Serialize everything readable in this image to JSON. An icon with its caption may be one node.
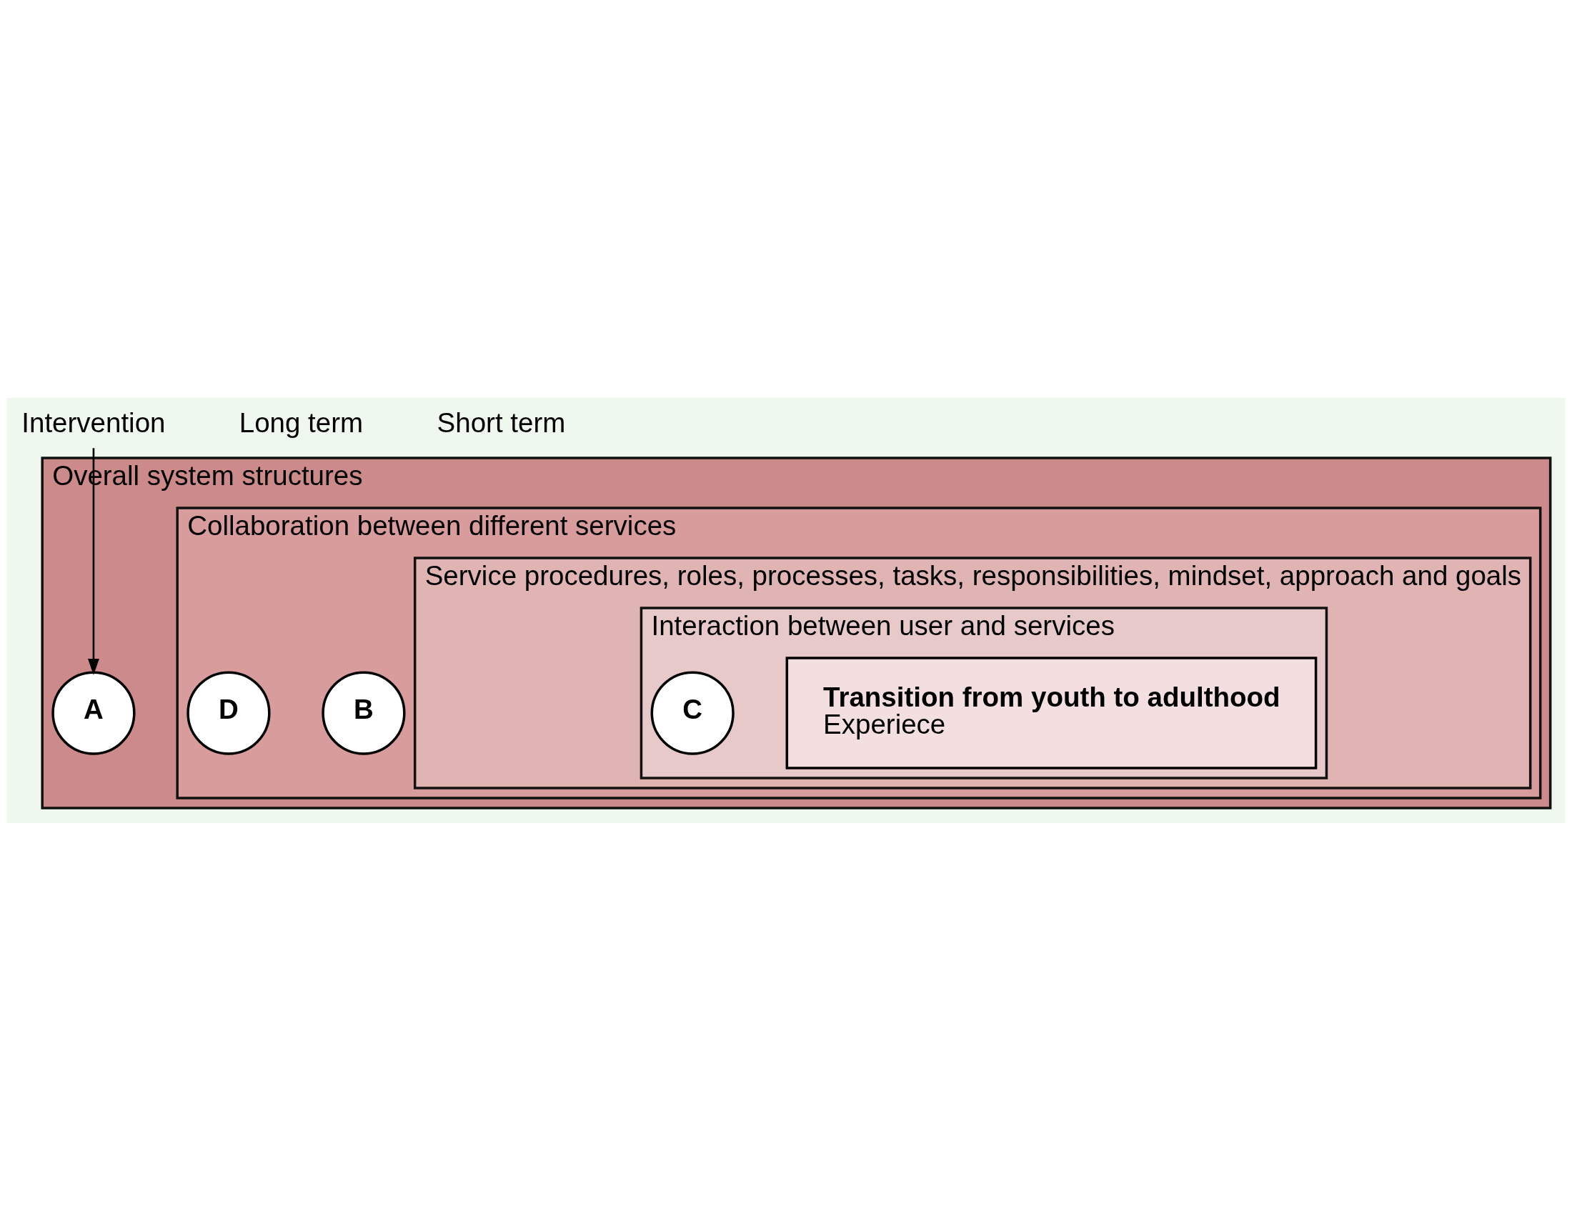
{
  "diagram": {
    "nodes": [
      {
        "text": [
          "Overall system structures"
        ]
      },
      {
        "text": [
          "Collaboration between different services"
        ],
        "in": 0
      },
      {
        "text": [
          "Service procedures, roles, processes, tasks, responsibilities, mindset, approach and goals"
        ],
        "in": 1
      },
      {
        "text": [
          "Interaction between user and services"
        ],
        "in": 2
      },
      {
        "text": [
          "Transition from youth to adulthood",
          "Experiece"
        ],
        "in": 3
      },
      {
        "text": [
          "A"
        ],
        "in": 0
      },
      {
        "text": [
          "B"
        ],
        "in": 1
      },
      {
        "text": [
          "D"
        ],
        "in": 1
      },
      {
        "text": [
          "C"
        ],
        "in": 3
      },
      {
        "text": [
          "Intervention"
        ]
      }
    ],
    "edges": [
      {
        "from": 9,
        "to": 5,
        "arrow": "to"
      }
    ],
    "labels": [
      "Long term",
      "Short term"
    ]
  }
}
